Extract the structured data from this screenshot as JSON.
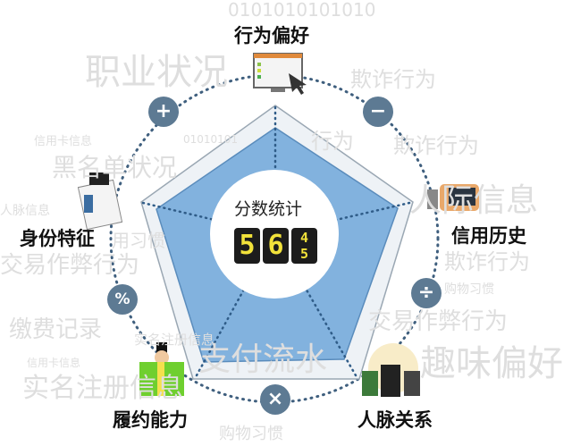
{
  "background_words": [
    "0101010101010",
    "职业状况",
    "欺诈行为",
    "信用卡信息",
    "黑名单状况",
    "行为",
    "欺诈行为",
    "人脉信息",
    "人际信息",
    "用习惯",
    "欺诈行为",
    "交易作弊行为",
    "购物习惯",
    "缴费记录",
    "交易作弊行为",
    "实名注册信息",
    "支付流水",
    "趣味偏好",
    "信用卡信息",
    "实名注册信息",
    "购物习惯",
    "01010101"
  ],
  "center": {
    "title": "分数统计",
    "digits": [
      "5",
      "6"
    ],
    "split_digit": [
      "4",
      "5"
    ]
  },
  "dimensions": [
    {
      "label": "行为偏好",
      "icon": "computer-monitor-icon"
    },
    {
      "label": "信用历史",
      "icon": "credit-card-icon"
    },
    {
      "label": "人脉关系",
      "icon": "people-group-icon"
    },
    {
      "label": "履约能力",
      "icon": "money-person-icon"
    },
    {
      "label": "身份特征",
      "icon": "id-document-icon"
    }
  ],
  "operators": [
    {
      "symbol": "+",
      "icon": "plus-icon"
    },
    {
      "symbol": "−",
      "icon": "minus-icon"
    },
    {
      "symbol": "÷",
      "icon": "divide-icon"
    },
    {
      "symbol": "×",
      "icon": "multiply-icon"
    },
    {
      "symbol": "%",
      "icon": "percent-icon"
    }
  ],
  "colors": {
    "operator": "#5d7a93",
    "pentagon_fill": "#7fb0dc",
    "pentagon_outer": "#e9eef3",
    "dots": "#3f5f7e"
  }
}
